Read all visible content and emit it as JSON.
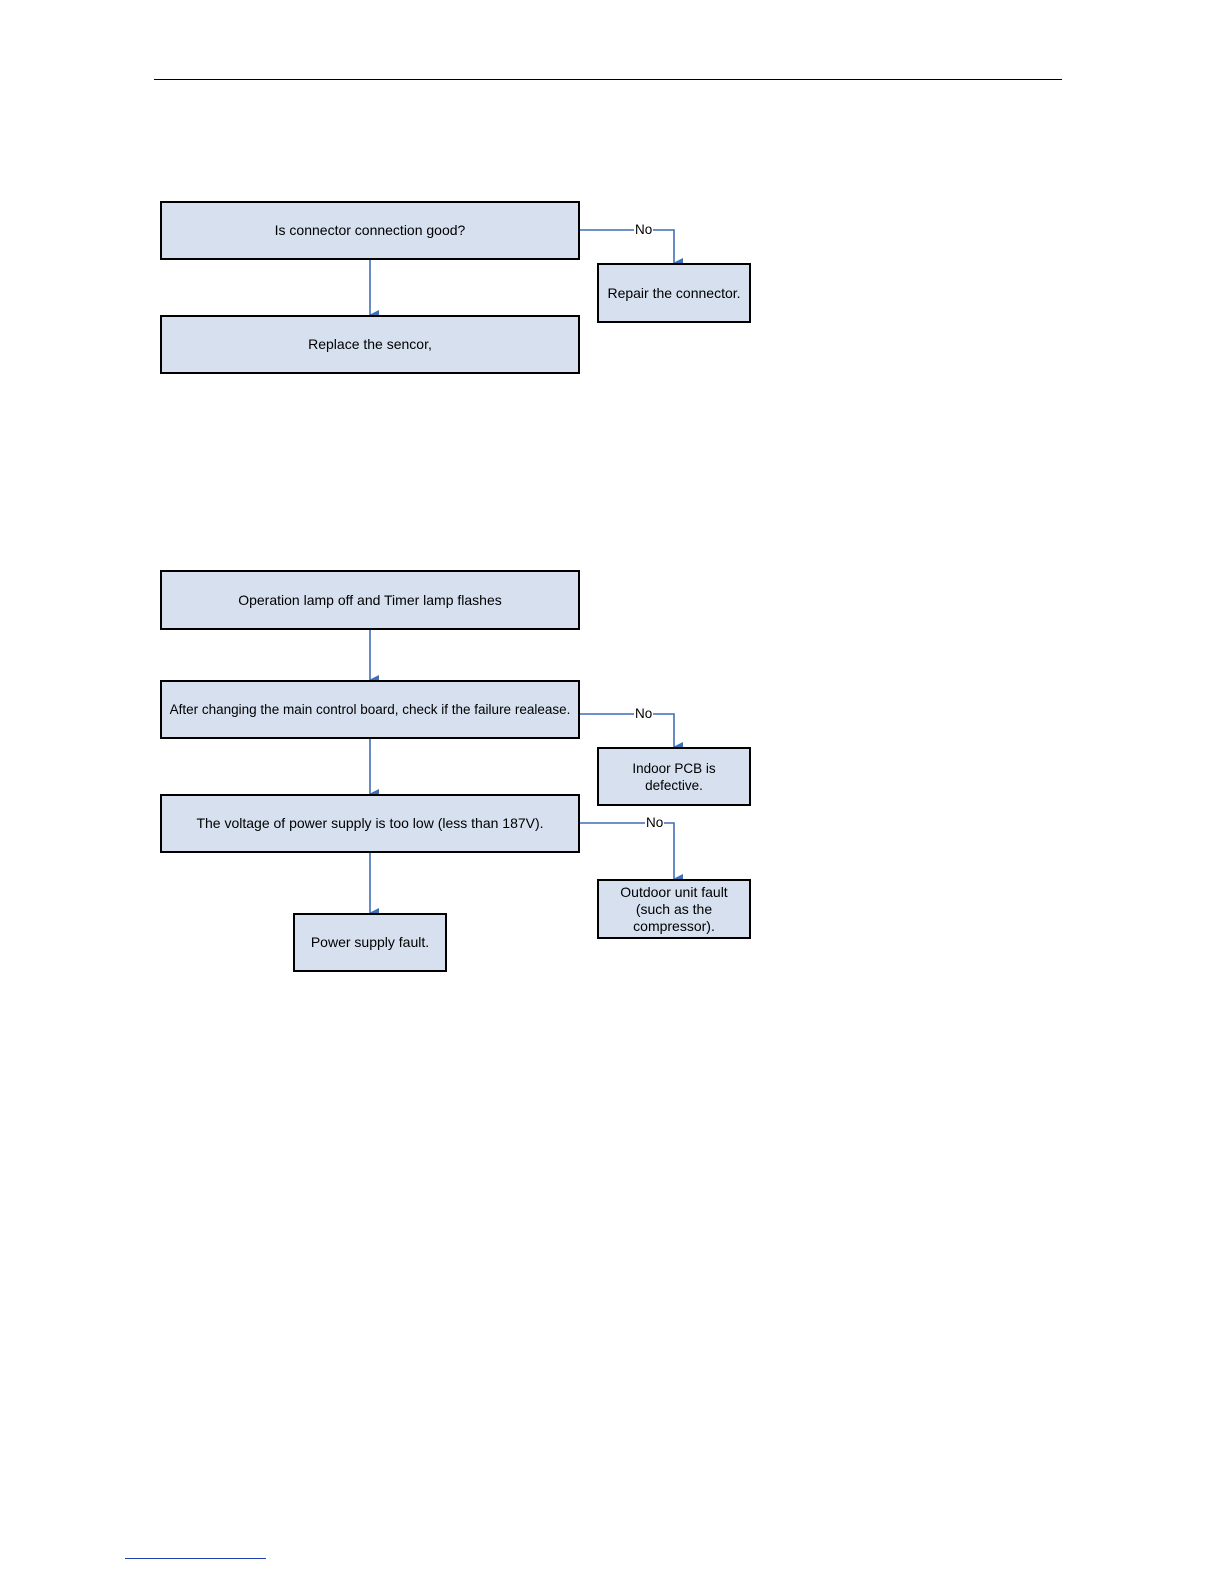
{
  "diagram1": {
    "q1": "Is connector connection good?",
    "no_label": "No",
    "r_no": "Repair the connector.",
    "r_yes": "Replace the sencor,"
  },
  "diagram2": {
    "start": "Operation lamp off and Timer lamp flashes",
    "q1": "After changing the main control board, check if the failure realease.",
    "q1_no_label": "No",
    "q1_no": "Indoor PCB is defective.",
    "q2": "The voltage of power supply is too low (less than 187V).",
    "q2_no_label": "No",
    "q2_no": "Outdoor unit fault (such as the compressor).",
    "q2_yes": "Power supply fault."
  },
  "colors": {
    "box_fill": "#d6e0ef",
    "connector": "#3f6fb5",
    "border": "#000000"
  }
}
